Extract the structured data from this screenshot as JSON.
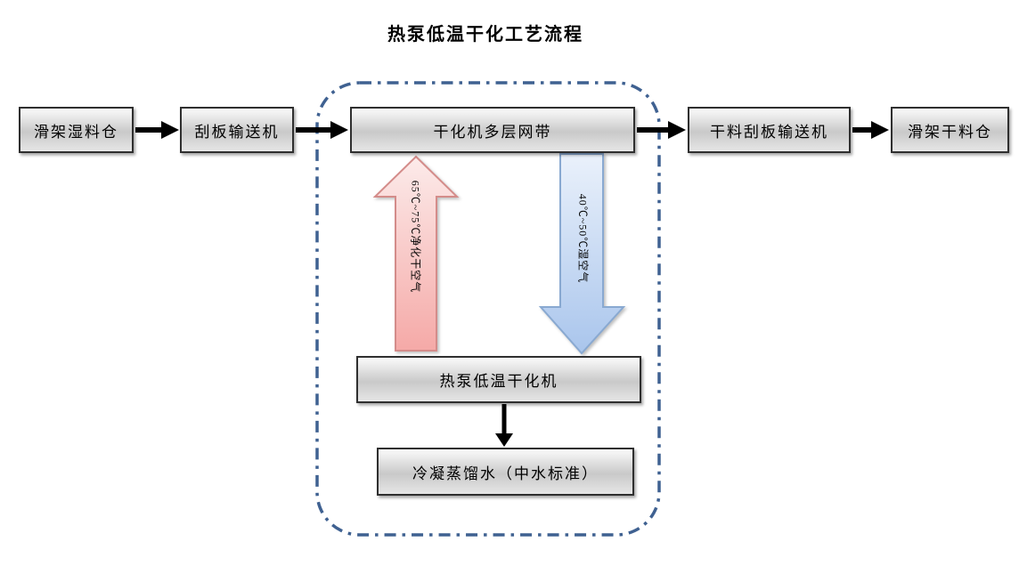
{
  "title": "热泵低温干化工艺流程",
  "flow": {
    "boxes": [
      {
        "label": "滑架湿料仓"
      },
      {
        "label": "刮板输送机"
      },
      {
        "label": "干化机多层网带"
      },
      {
        "label": "干料刮板输送机"
      },
      {
        "label": "滑架干料仓"
      }
    ]
  },
  "dryer": {
    "hot_air_label": "65℃~75℃净化干空气",
    "wet_air_label": "40℃~50℃湿空气",
    "heat_pump_label": "热泵低温干化机",
    "condensate_label": "冷凝蒸馏水（中水标准）"
  },
  "colors": {
    "box-border": "#2f2f2f",
    "flow-arrow": "#000000",
    "boundary-blue": "#3f6191",
    "hot-border": "#d48c8a",
    "hot-light": "#fcebea",
    "hot-dark": "#f5a9a7",
    "wet-border": "#89a9d1",
    "wet-light": "#eaf1fb",
    "wet-dark": "#a9c5ec"
  }
}
